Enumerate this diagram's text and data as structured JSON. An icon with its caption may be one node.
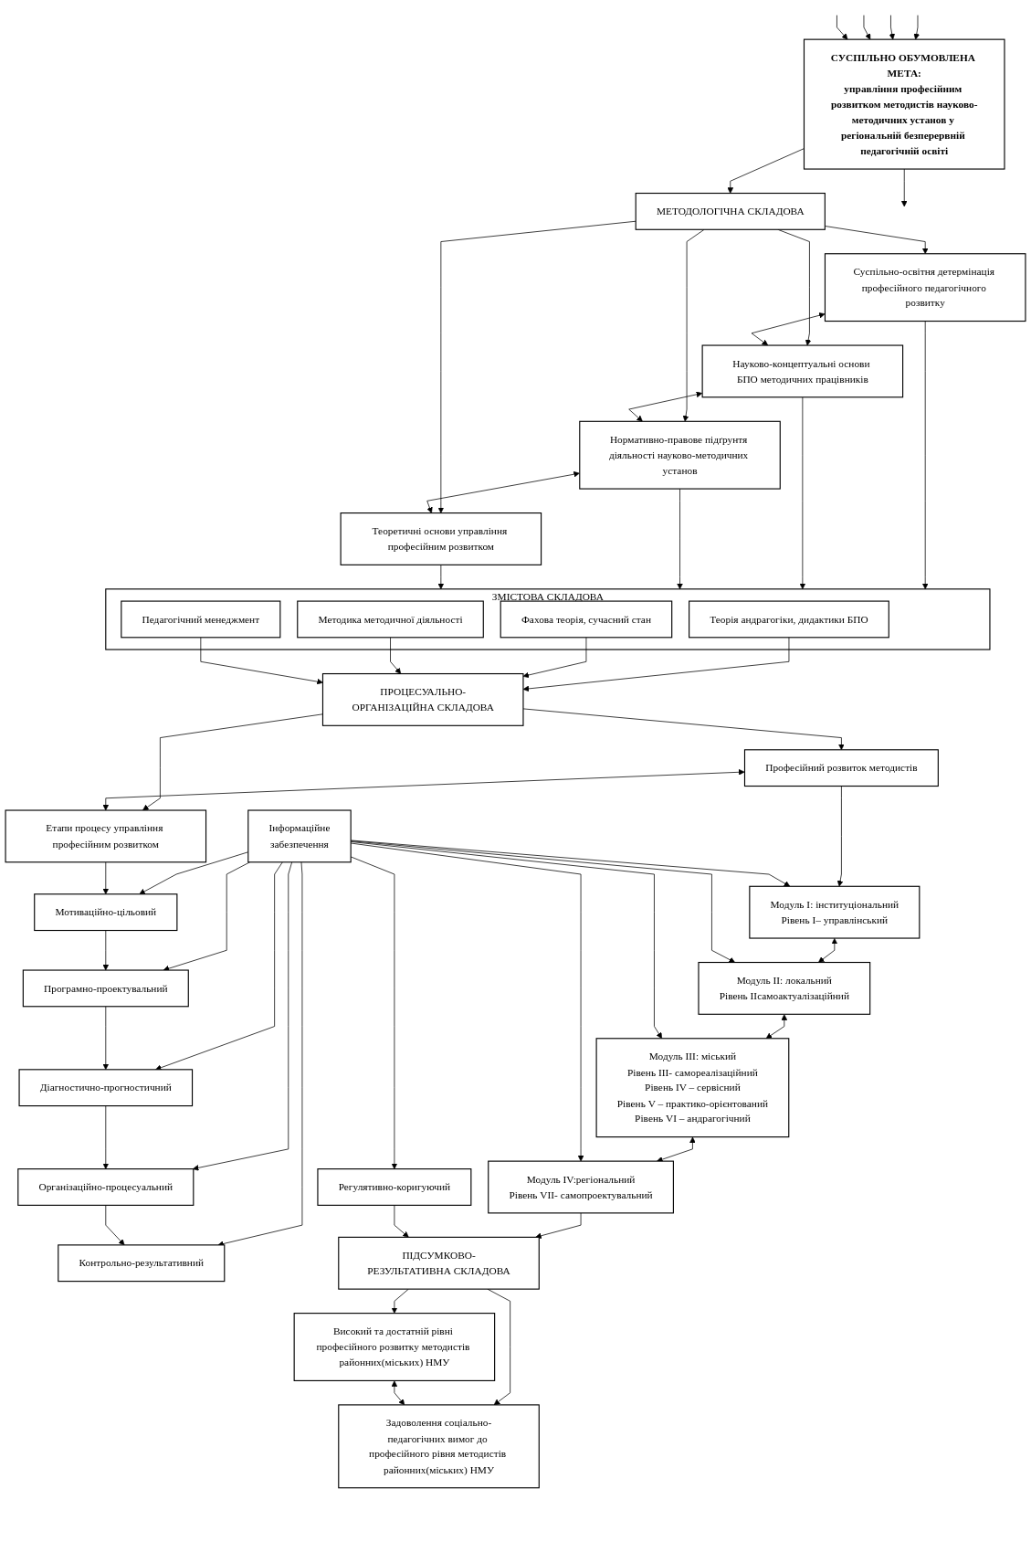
{
  "diagram": {
    "nodes": [
      {
        "text": [
          "СУСПІЛЬНО ОБУМОВЛЕНА МЕТА:",
          "управління професійним розвитком методистів науково-методичних установ у регіональній безперервній педагогічній освіті"
        ]
      },
      {
        "text": [
          "МЕТОДОЛОГІЧНА СКЛАДОВА"
        ]
      },
      {
        "text": [
          "Суспільно-освітня детермінація професійного педагогічного розвитку"
        ]
      },
      {
        "text": [
          "Науково-концептуальні основи БПО методичних працівників"
        ]
      },
      {
        "text": [
          "Нормативно-правове підґрунтя діяльності науково-методичних установ"
        ]
      },
      {
        "text": [
          "Теоретичні основи управління професійним розвитком"
        ]
      },
      {
        "text": [
          "ЗМІСТОВА СКЛАДОВА"
        ]
      },
      {
        "text": [
          "Теорія андрагогіки, дидактики БПО"
        ],
        "in": 6
      },
      {
        "text": [
          "Фахова теорія, сучасний стан"
        ],
        "in": 6
      },
      {
        "text": [
          "Методика методичної діяльності"
        ],
        "in": 6
      },
      {
        "text": [
          "Педагогічний менеджмент"
        ],
        "in": 6
      },
      {
        "text": [
          "ПРОЦЕСУАЛЬНО-ОРГАНІЗАЦІЙНА СКЛАДОВА"
        ]
      },
      {
        "text": [
          "Професійний розвиток методистів"
        ]
      },
      {
        "text": [
          "Етапи процесу управління професійним розвитком"
        ]
      },
      {
        "text": [
          "Модуль І: інституціональний",
          "Рівень І– управлінський"
        ]
      },
      {
        "text": [
          "Модуль ІІ: локальний",
          "Рівень ІІсамоактуалізаційний"
        ]
      },
      {
        "text": [
          "Модуль ІІІ: міський",
          "Рівень ІІІ- самореалізаційний",
          "Рівень ІV – сервісний",
          "Рівень V – практико-орієнтований",
          "Рівень VІ – андрагогічний"
        ]
      },
      {
        "text": [
          "Модуль ІV:регіональний",
          "Рівень VІІ- самопроектувальний"
        ]
      },
      {
        "text": [
          "Інформаційне",
          "забезпечення"
        ]
      },
      {
        "text": [
          "Мотиваційно-цільовий"
        ]
      },
      {
        "text": [
          "Програмно-проектувальний"
        ]
      },
      {
        "text": [
          "Діагностично-прогностичний"
        ]
      },
      {
        "text": [
          "Організаційно-процесуальний"
        ]
      },
      {
        "text": [
          "Контрольно-результативний"
        ]
      },
      {
        "text": [
          "Регулятивно-коригуючий"
        ]
      },
      {
        "text": [
          "ПІДСУМКОВО-РЕЗУЛЬТАТИВНА СКЛАДОВА"
        ]
      },
      {
        "text": [
          "Високий та достатній рівні професійного розвитку методистів районних(міських) НМУ"
        ]
      },
      {
        "text": [
          "Задоволення соціально-педагогічних вимог до професійного рівня методистів районних(міських) НМУ"
        ]
      }
    ],
    "edges": [
      {
        "from": null,
        "to": 0,
        "arrow": "to"
      },
      {
        "from": null,
        "to": 0,
        "arrow": "to"
      },
      {
        "from": null,
        "to": 0,
        "arrow": "to"
      },
      {
        "from": null,
        "to": 0,
        "arrow": "to"
      },
      {
        "from": 0,
        "to": null,
        "arrow": "to"
      },
      {
        "from": 0,
        "to": 1,
        "arrow": "to"
      },
      {
        "from": 1,
        "to": 2,
        "arrow": "to"
      },
      {
        "from": 1,
        "to": 3,
        "arrow": "to"
      },
      {
        "from": 1,
        "to": 4,
        "arrow": "to"
      },
      {
        "from": 1,
        "to": 5,
        "arrow": "to"
      },
      {
        "from": 2,
        "to": 3,
        "arrow": "both"
      },
      {
        "from": 3,
        "to": 4,
        "arrow": "both"
      },
      {
        "from": 4,
        "to": 5,
        "arrow": "both"
      },
      {
        "from": 2,
        "to": 6,
        "arrow": "to"
      },
      {
        "from": 3,
        "to": 6,
        "arrow": "to"
      },
      {
        "from": 4,
        "to": 6,
        "arrow": "to"
      },
      {
        "from": 5,
        "to": 6,
        "arrow": "to"
      },
      {
        "from": 7,
        "to": 11,
        "arrow": "to"
      },
      {
        "from": 8,
        "to": 11,
        "arrow": "to"
      },
      {
        "from": 9,
        "to": 11,
        "arrow": "to"
      },
      {
        "from": 10,
        "to": 11,
        "arrow": "to"
      },
      {
        "from": 11,
        "to": 12,
        "arrow": "to"
      },
      {
        "from": 11,
        "to": 13,
        "arrow": "to"
      },
      {
        "from": 12,
        "to": 13,
        "arrow": "both"
      },
      {
        "from": 12,
        "to": 14,
        "arrow": "to"
      },
      {
        "from": 14,
        "to": 15,
        "arrow": "both"
      },
      {
        "from": 15,
        "to": 16,
        "arrow": "both"
      },
      {
        "from": 16,
        "to": 17,
        "arrow": "both"
      },
      {
        "from": 18,
        "to": 14,
        "arrow": "to"
      },
      {
        "from": 18,
        "to": 15,
        "arrow": "to"
      },
      {
        "from": 18,
        "to": 16,
        "arrow": "to"
      },
      {
        "from": 18,
        "to": 17,
        "arrow": "to"
      },
      {
        "from": 18,
        "to": 19,
        "arrow": "to"
      },
      {
        "from": 18,
        "to": 20,
        "arrow": "to"
      },
      {
        "from": 18,
        "to": 21,
        "arrow": "to"
      },
      {
        "from": 18,
        "to": 22,
        "arrow": "to"
      },
      {
        "from": 18,
        "to": 23,
        "arrow": "to"
      },
      {
        "from": 18,
        "to": 24,
        "arrow": "to"
      },
      {
        "from": 13,
        "to": 19,
        "arrow": "to"
      },
      {
        "from": 19,
        "to": 20,
        "arrow": "to"
      },
      {
        "from": 20,
        "to": 21,
        "arrow": "to"
      },
      {
        "from": 21,
        "to": 22,
        "arrow": "to"
      },
      {
        "from": 22,
        "to": 23,
        "arrow": "to"
      },
      {
        "from": 17,
        "to": 25,
        "arrow": "to"
      },
      {
        "from": 24,
        "to": 25,
        "arrow": "to"
      },
      {
        "from": 25,
        "to": 26,
        "arrow": "to"
      },
      {
        "from": 25,
        "to": 27,
        "arrow": "to"
      },
      {
        "from": 26,
        "to": 27,
        "arrow": "both"
      }
    ]
  }
}
